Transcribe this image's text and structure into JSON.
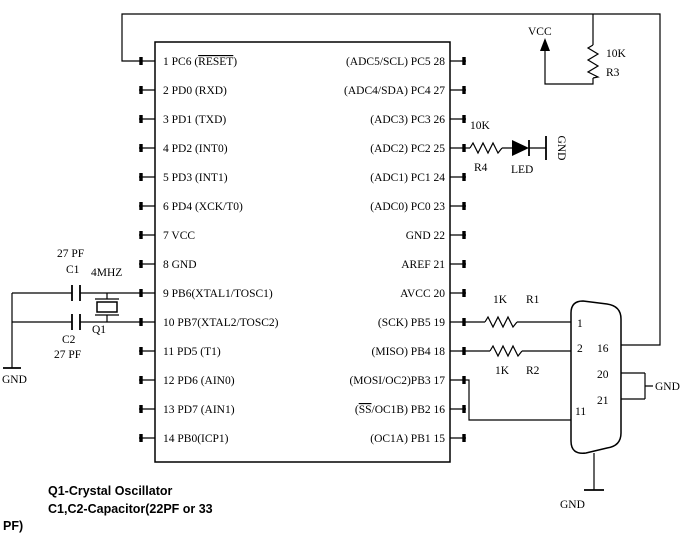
{
  "colors": {
    "line": "#000000",
    "background": "#ffffff"
  },
  "ic": {
    "left_pins": [
      {
        "pre": "1 PC6 (",
        "ov": "RESET",
        "post": ")"
      },
      {
        "text": "2 PD0 (RXD)"
      },
      {
        "text": "3 PD1 (TXD)"
      },
      {
        "text": "4 PD2 (INT0)"
      },
      {
        "text": "5 PD3 (INT1)"
      },
      {
        "text": "6 PD4 (XCK/T0)"
      },
      {
        "text": "7 VCC"
      },
      {
        "text": "8 GND"
      },
      {
        "text": "9 PB6(XTAL1/TOSC1)"
      },
      {
        "text": "10 PB7(XTAL2/TOSC2)"
      },
      {
        "text": "11 PD5 (T1)"
      },
      {
        "text": "12 PD6 (AIN0)"
      },
      {
        "text": "13 PD7 (AIN1)"
      },
      {
        "text": "14 PB0(ICP1)"
      }
    ],
    "right_pins": [
      {
        "text": "(ADC5/SCL) PC5 28"
      },
      {
        "text": "(ADC4/SDA) PC4 27"
      },
      {
        "text": "(ADC3) PC3 26"
      },
      {
        "text": "(ADC2) PC2 25"
      },
      {
        "text": "(ADC1) PC1 24"
      },
      {
        "text": "(ADC0) PC0 23"
      },
      {
        "text": "GND 22"
      },
      {
        "text": "AREF 21"
      },
      {
        "text": "AVCC 20"
      },
      {
        "text": "(SCK) PB5 19"
      },
      {
        "text": "(MISO) PB4 18"
      },
      {
        "text": "(MOSI/OC2)PB3 17"
      },
      {
        "pre": "(",
        "ov": "SS",
        "post": "/OC1B) PB2 16"
      },
      {
        "text": "(OC1A) PB1 15"
      }
    ]
  },
  "components": {
    "r1": {
      "value": "1K",
      "ref": "R1"
    },
    "r2": {
      "value": "1K",
      "ref": "R2"
    },
    "r3": {
      "value": "10K",
      "ref": "R3"
    },
    "r4": {
      "value": "10K",
      "ref": "R4"
    },
    "c1": {
      "ref": "C1",
      "value": "27 PF"
    },
    "c2": {
      "ref": "C2",
      "value": "27 PF"
    },
    "q1": {
      "ref": "Q1",
      "value": "4MHZ"
    },
    "led": {
      "label": "LED"
    }
  },
  "power": {
    "vcc_label": "VCC",
    "gnd_crystal": "GND",
    "gnd_led": "GND",
    "gnd_connector_right": "GND",
    "gnd_connector_bottom": "GND"
  },
  "connector": {
    "pin_labels": [
      "1",
      "2",
      "16",
      "20",
      "21",
      "11"
    ]
  },
  "notes": {
    "line1": "Q1-Crystal Oscillator",
    "line2": "C1,C2-Capacitor(22PF or 33",
    "line3": "PF)"
  }
}
